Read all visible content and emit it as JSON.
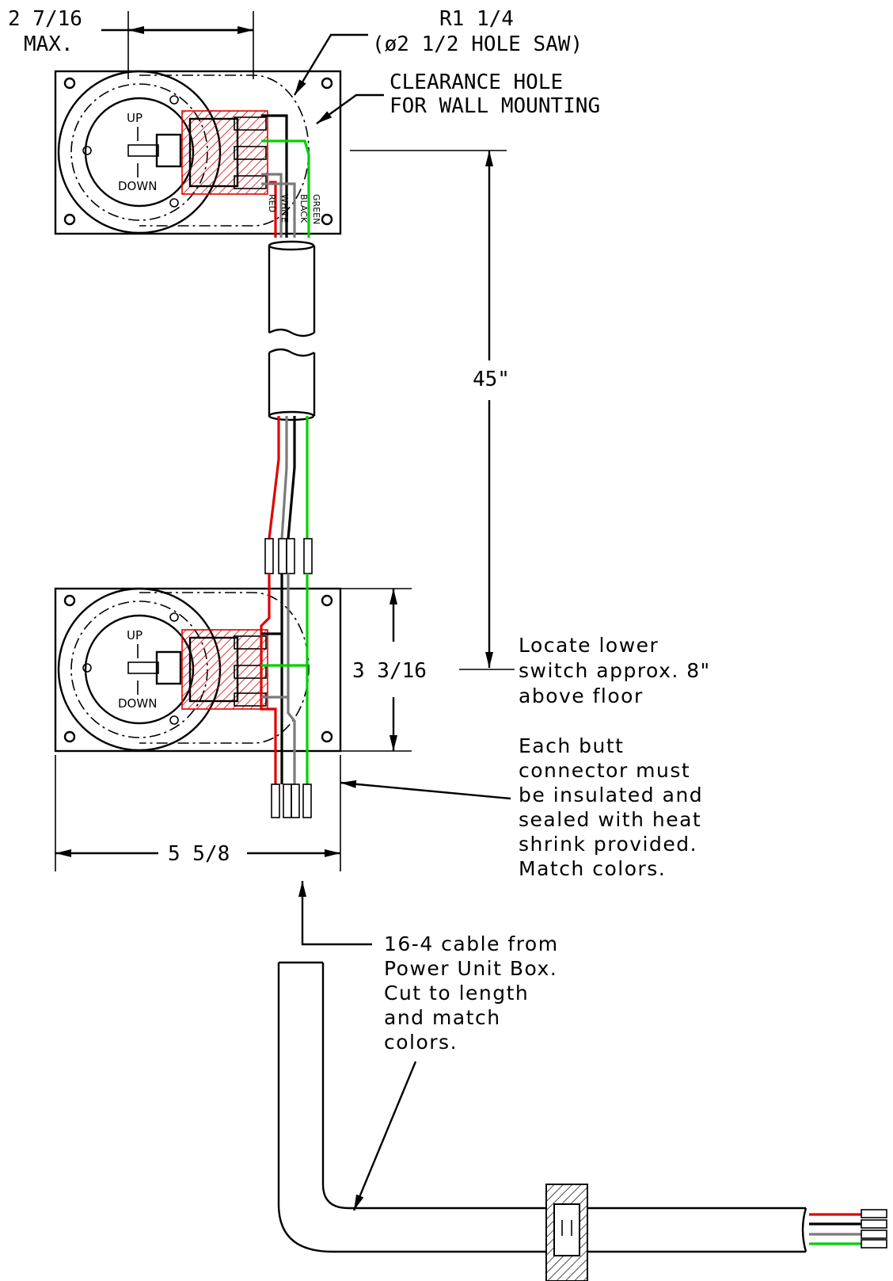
{
  "dimensions": {
    "top_width": "2 7/16",
    "top_width_note": "MAX.",
    "radius": "R1 1/4",
    "hole_saw": "(ø2 1/2 HOLE SAW)",
    "clearance_line1": "CLEARANCE HOLE",
    "clearance_line2": "FOR WALL MOUNTING",
    "vertical_span": "45\"",
    "plate_height": "3 3/16",
    "plate_width": "5 5/8"
  },
  "switch_labels": {
    "up": "UP",
    "down": "DOWN"
  },
  "notes": {
    "locate": [
      "Locate lower",
      "switch approx. 8\"",
      "above floor"
    ],
    "butt_connector": [
      "Each butt",
      "connector must",
      "be insulated and",
      "sealed with heat",
      "shrink provided.",
      "Match colors."
    ],
    "cable": [
      "16-4 cable from",
      "Power Unit Box.",
      "Cut to length",
      "and match",
      "colors."
    ]
  },
  "wire_colors": {
    "red": "#e00000",
    "green": "#00d000",
    "white": "#7a7a7a",
    "black": "#000000"
  },
  "wire_tags": {
    "red": "RED",
    "white": "WHITE",
    "black": "BLACK",
    "green": "GREEN"
  }
}
